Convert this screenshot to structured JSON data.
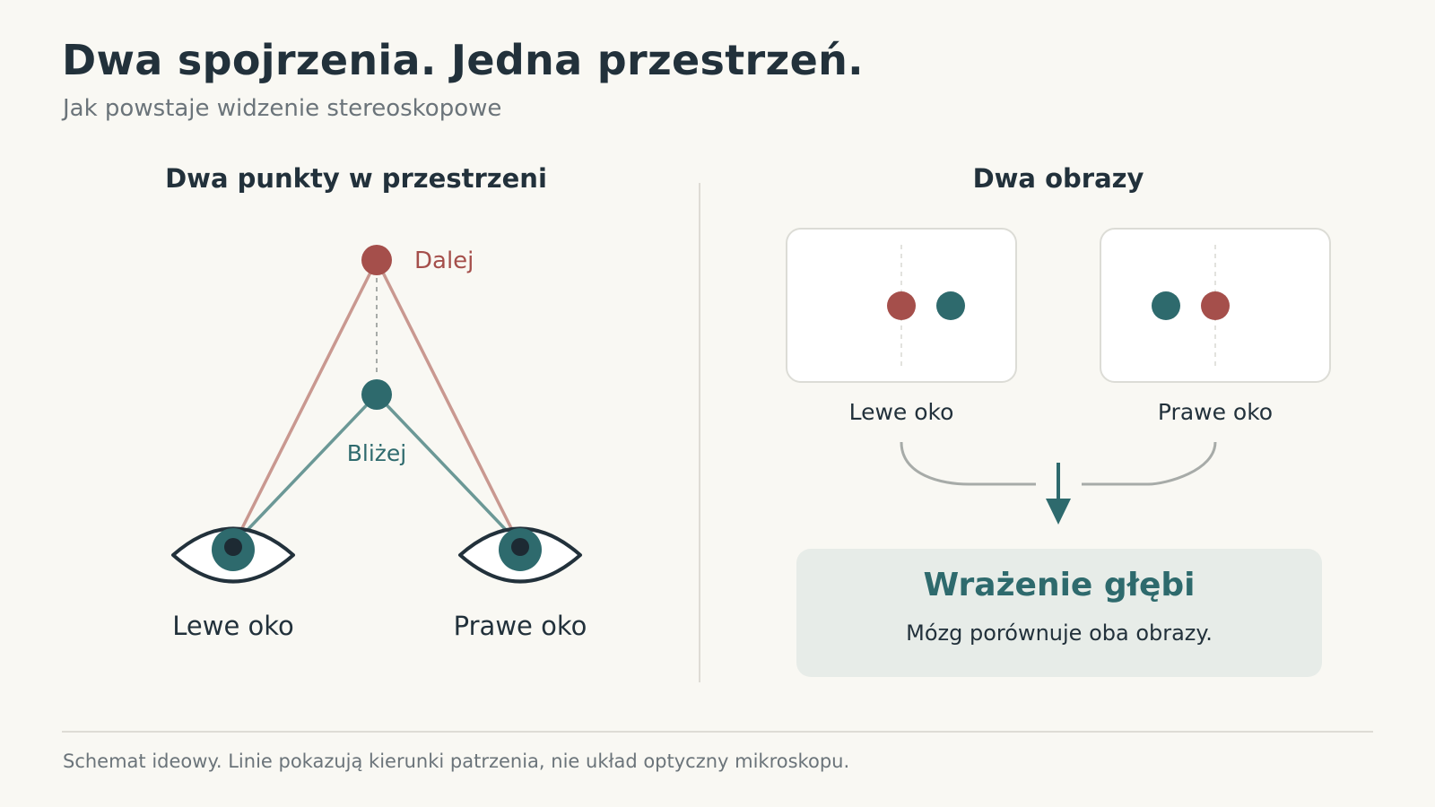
{
  "header": {
    "title": "Dwa spojrzenia. Jedna przestrzeń.",
    "subtitle": "Jak powstaje widzenie stereoskopowe"
  },
  "left_panel": {
    "heading": "Dwa punkty w przestrzeni",
    "far_label": "Dalej",
    "near_label": "Bliżej",
    "left_eye_label": "Lewe oko",
    "right_eye_label": "Prawe oko"
  },
  "right_panel": {
    "heading": "Dwa obrazy",
    "left_image_label": "Lewe oko",
    "right_image_label": "Prawe oko"
  },
  "result": {
    "title": "Wrażenie głębi",
    "subtitle": "Mózg porównuje oba obrazy."
  },
  "footer": {
    "note": "Schemat ideowy. Linie pokazują kierunki patrzenia, nie układ optyczny mikroskopu."
  },
  "colors": {
    "far_point": "#a54f4b",
    "near_point": "#2e6a6d",
    "far_line": "#c99890",
    "near_line": "#6b9896",
    "eye_outline": "#22313b",
    "result_bg": "#e7ece8"
  }
}
